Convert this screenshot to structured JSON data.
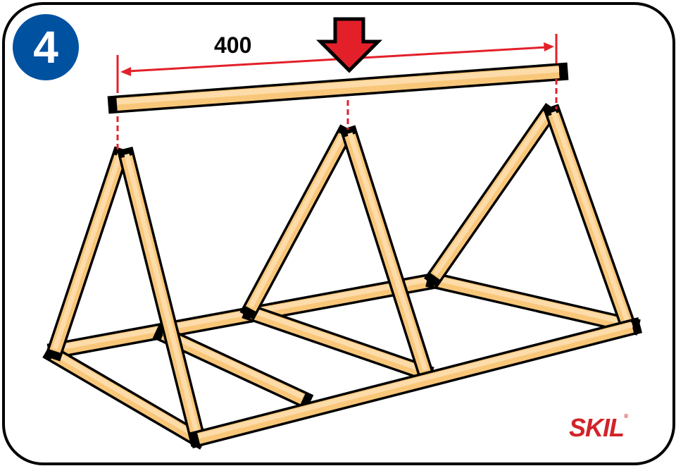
{
  "step_number": "4",
  "dimension_label": "400",
  "brand_logo": "SKIL",
  "colors": {
    "step_badge": "#0051a0",
    "arrow": "#e3202a",
    "dimension_line": "#e3202a",
    "wood": "#f9c77a",
    "wood_light": "#fddcaa",
    "logo": "#d2232a"
  }
}
